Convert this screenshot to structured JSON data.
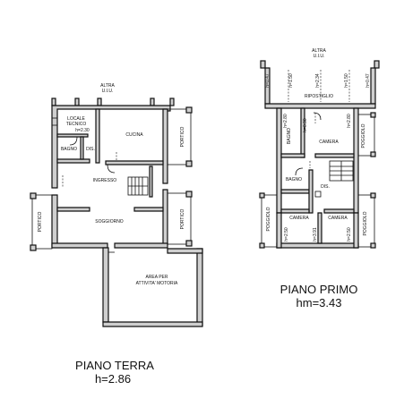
{
  "ground": {
    "neighbor_line1": "ALTRA",
    "neighbor_line2": "U.I.U.",
    "rooms": {
      "locale_line1": "LOCALE",
      "locale_line2": "TECNICO",
      "locale_height": "h=2.30",
      "bagno": "BAGNO",
      "dis": "DIS.",
      "cucina": "CUCINA",
      "ingresso": "INGRESSO",
      "soggiorno": "SOGGIORNO",
      "portico_top_right": "PORTICO",
      "portico_left": "PORTICO",
      "portico_bottom_right": "PORTICO",
      "area_line1": "AREA PER",
      "area_line2": "ATTIVITA' MOTORIA"
    },
    "title_line1": "PIANO TERRA",
    "title_line2": "h=2.86"
  },
  "first": {
    "neighbor_line1": "ALTRA",
    "neighbor_line2": "U.I.U.",
    "rooms": {
      "ripostiglio": "RIPOSTIGLIO",
      "bagno_top": "BAGNO",
      "camera_top": "CAMERA",
      "poggiolo_top": "POGGIOLO",
      "bagno_mid": "BAGNO",
      "dis": "DIS.",
      "poggiolo_left": "POGGIOLO",
      "camera_left": "CAMERA",
      "camera_right": "CAMERA",
      "poggiolo_right": "POGGIOLO"
    },
    "heights": {
      "h1": "h=0.47",
      "h2": "h=1.50",
      "h3": "h=2.34",
      "h4": "h=1.50",
      "h5": "h=0.47",
      "h6": "h=2.80",
      "h7": "h=0.90",
      "h8": "h=2.80",
      "h9": "h=2.50",
      "h10": "h=3.91",
      "h11": "h=2.50"
    },
    "title_line1": "PIANO PRIMO",
    "title_line2": "hm=3.43"
  }
}
